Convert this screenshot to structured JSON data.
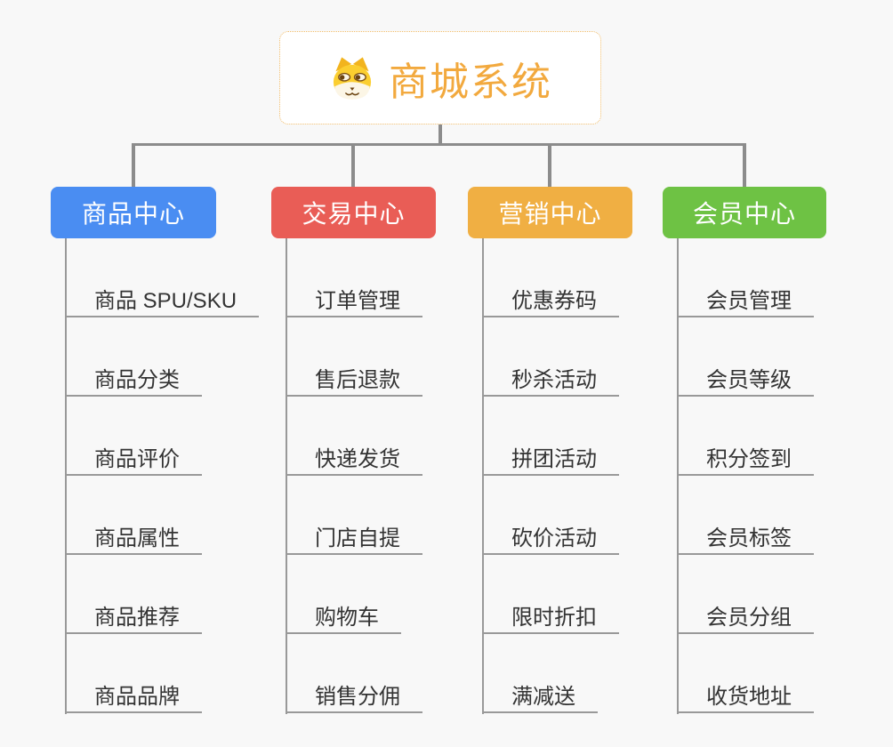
{
  "page": {
    "background_color": "#F8F8F8",
    "connector_color": "#8C8C8C",
    "line_color": "#999999"
  },
  "root": {
    "title": "商城系统",
    "icon": "doge-icon",
    "text_color": "#F2A93E",
    "border_color": "#F0BC6A"
  },
  "branches": [
    {
      "label": "商品中心",
      "color": "#4A8DF2",
      "children": [
        "商品 SPU/SKU",
        "商品分类",
        "商品评价",
        "商品属性",
        "商品推荐",
        "商品品牌"
      ]
    },
    {
      "label": "交易中心",
      "color": "#E95D56",
      "children": [
        "订单管理",
        "售后退款",
        "快递发货",
        "门店自提",
        "购物车",
        "销售分佣"
      ]
    },
    {
      "label": "营销中心",
      "color": "#F0AF43",
      "children": [
        "优惠券码",
        "秒杀活动",
        "拼团活动",
        "砍价活动",
        "限时折扣",
        "满减送"
      ]
    },
    {
      "label": "会员中心",
      "color": "#6EC244",
      "children": [
        "会员管理",
        "会员等级",
        "积分签到",
        "会员标签",
        "会员分组",
        "收货地址"
      ]
    }
  ]
}
